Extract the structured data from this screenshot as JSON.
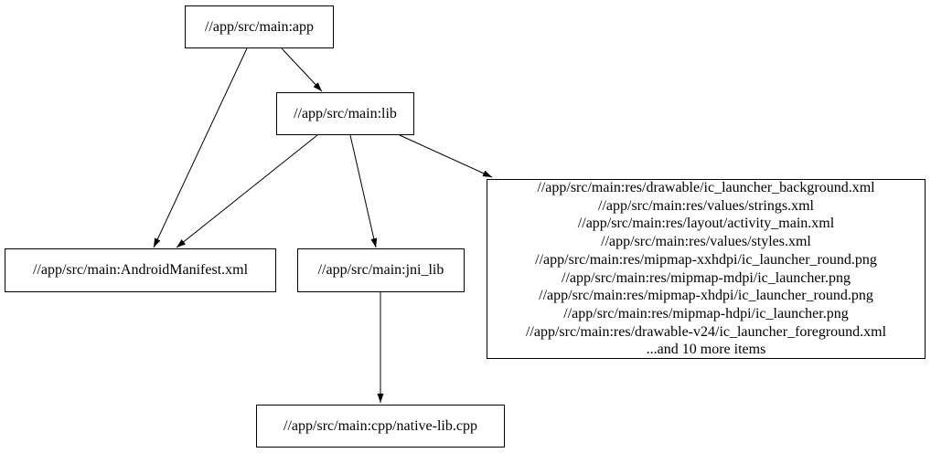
{
  "graph": {
    "background_color": "#ffffff",
    "node_border_color": "#000000",
    "edge_color": "#000000",
    "text_color": "#000000",
    "nodes": {
      "app": {
        "label": "//app/src/main:app"
      },
      "lib": {
        "label": "//app/src/main:lib"
      },
      "android_manifest": {
        "label": "//app/src/main:AndroidManifest.xml"
      },
      "jni_lib": {
        "label": "//app/src/main:jni_lib"
      },
      "native_lib_cpp": {
        "label": "//app/src/main:cpp/native-lib.cpp"
      },
      "res_group": {
        "lines": [
          "//app/src/main:res/drawable/ic_launcher_background.xml",
          "//app/src/main:res/values/strings.xml",
          "//app/src/main:res/layout/activity_main.xml",
          "//app/src/main:res/values/styles.xml",
          "//app/src/main:res/mipmap-xxhdpi/ic_launcher_round.png",
          "//app/src/main:res/mipmap-mdpi/ic_launcher.png",
          "//app/src/main:res/mipmap-xhdpi/ic_launcher_round.png",
          "//app/src/main:res/mipmap-hdpi/ic_launcher.png",
          "//app/src/main:res/drawable-v24/ic_launcher_foreground.xml",
          "...and 10 more items"
        ]
      }
    },
    "edges": [
      {
        "from": "app",
        "to": "lib"
      },
      {
        "from": "app",
        "to": "android_manifest"
      },
      {
        "from": "lib",
        "to": "android_manifest"
      },
      {
        "from": "lib",
        "to": "jni_lib"
      },
      {
        "from": "lib",
        "to": "res_group"
      },
      {
        "from": "jni_lib",
        "to": "native_lib_cpp"
      }
    ]
  }
}
